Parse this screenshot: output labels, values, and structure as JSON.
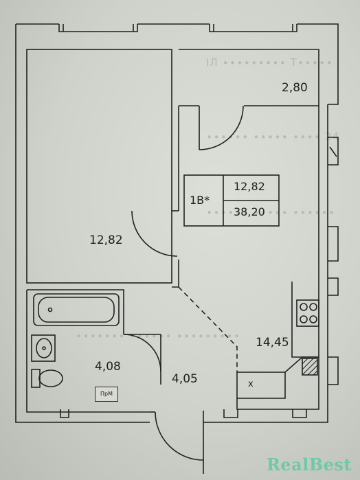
{
  "plan": {
    "rooms": {
      "room_big": "12,82",
      "storage": "2,80",
      "bath": "4,08",
      "hall": "4,05",
      "kitchen": "14,45"
    },
    "unit_box": {
      "type": "1В*",
      "living": "12,82",
      "total": "38,20"
    },
    "fixtures": {
      "sink_mark": "x",
      "washer_tag": "ПрМ"
    }
  },
  "watermark": "RealBest",
  "colors": {
    "line": "#1f2120",
    "watermark": "#6fc9a8",
    "paper": "#d3d5cf"
  }
}
